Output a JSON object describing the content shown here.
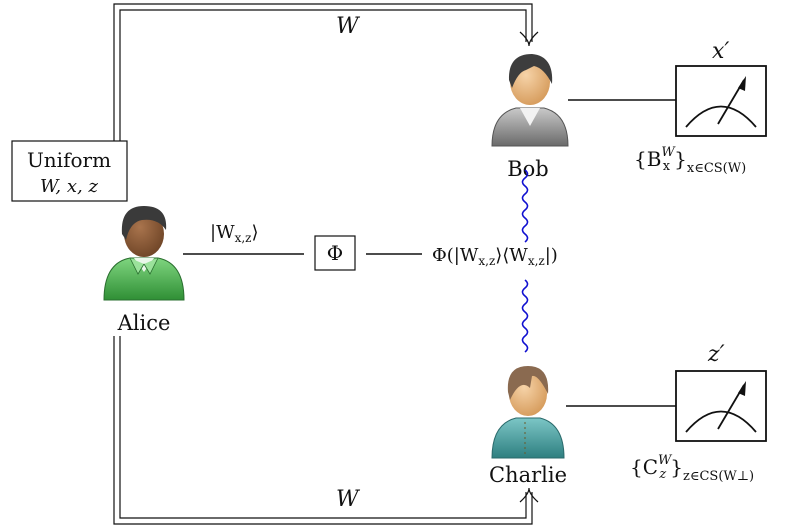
{
  "participants": {
    "alice": "Alice",
    "bob": "Bob",
    "charlie": "Charlie"
  },
  "box": {
    "line1": "Uniform",
    "line2": "W, x, z"
  },
  "channel": {
    "symbol": "Φ",
    "input": "|W",
    "input_sub": "x,z",
    "input_close": "⟩",
    "output": "Φ(|W",
    "output_sub1": "x,z",
    "output_mid": "⟩⟨W",
    "output_sub2": "x,z",
    "output_close": "|)"
  },
  "labels": {
    "top_wire": "W",
    "bottom_wire": "W",
    "bob_output": "x′",
    "charlie_output": "z′"
  },
  "measurements": {
    "bob": {
      "base": "{B",
      "sup": "W",
      "sub_letter": "x",
      "close": "}",
      "subscript": "x∈CS(W)"
    },
    "charlie": {
      "base": "{C",
      "sup": "W",
      "sub_letter": "z",
      "close": "}",
      "subscript": "z∈CS(W⊥)"
    }
  },
  "colors": {
    "entangle": "#1010d0",
    "alice_shirt": "#4caf50",
    "bob_shirt": "#8a8a8a",
    "charlie_shirt": "#3f9a9a"
  }
}
